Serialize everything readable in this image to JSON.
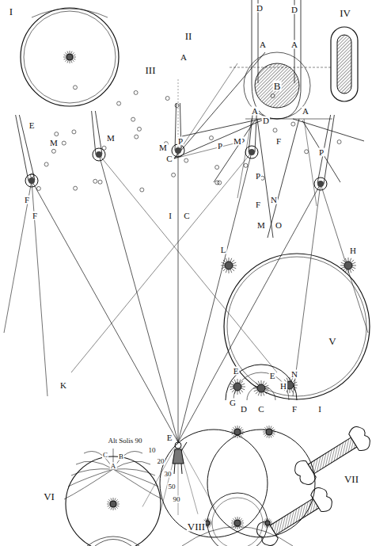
{
  "diagram": {
    "labels": [
      "I",
      "II",
      "D",
      "D",
      "A",
      "A",
      "B",
      "C",
      "A",
      "A",
      "P",
      "P",
      "P",
      "P",
      "P",
      "N",
      "M",
      "O",
      "IV",
      "III",
      "A",
      "E",
      "M",
      "M",
      "M",
      "M",
      "D",
      "F",
      "F",
      "F",
      "F",
      "I",
      "C",
      "K",
      "H",
      "E",
      "V",
      "L",
      "H",
      "E",
      "G",
      "D",
      "C",
      "E",
      "N",
      "F",
      "I",
      "Alt Solis 90",
      "10",
      "20",
      "30",
      "50",
      "90",
      "C",
      "B",
      "A",
      "VI",
      "VII",
      "VIII"
    ]
  }
}
